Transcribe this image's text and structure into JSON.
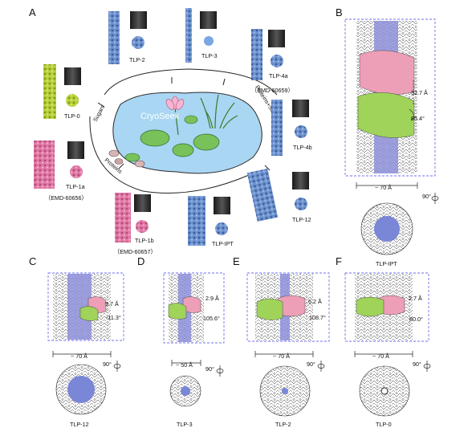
{
  "panels": {
    "A": {
      "letter": "A",
      "center": {
        "title": "CryoSeek",
        "ring_labels": {
          "sugars": "Sugars",
          "proteins_sugars": "Proteins+Sugars",
          "proteins": "Proteins"
        }
      },
      "items": [
        {
          "name": "TLP-0",
          "code": "",
          "color": "#b8d23a"
        },
        {
          "name": "TLP-1a",
          "code": "（EMD-60656）",
          "color": "#e27aa6"
        },
        {
          "name": "TLP-1b",
          "code": "（EMD-60657）",
          "color": "#e27aa6"
        },
        {
          "name": "TLP-2",
          "code": "",
          "color": "#6e93cf"
        },
        {
          "name": "TLP-3",
          "code": "",
          "color": "#7aa6e4"
        },
        {
          "name": "TLP-4a",
          "code": "（EMD-60659）",
          "color": "#6e93cf"
        },
        {
          "name": "TLP-4b",
          "code": "",
          "color": "#6e93cf"
        },
        {
          "name": "TLP-12",
          "code": "",
          "color": "#6e93cf"
        },
        {
          "name": "TLP-IPT",
          "code": "",
          "color": "#6e93cf"
        }
      ]
    },
    "B": {
      "letter": "B",
      "title": "TLP-IPT",
      "rise": "32.7 Å",
      "twist": "85.4°",
      "width": "~ 70 Å",
      "rotation": "90°"
    },
    "C": {
      "letter": "C",
      "title": "TLP-12",
      "rise": "9.7 Å",
      "twist": "-11.3°",
      "width": "~ 70 Å",
      "rotation": "90°"
    },
    "D": {
      "letter": "D",
      "title": "TLP-3",
      "rise": "2.9 Å",
      "twist": "105.6°",
      "width": "~ 50 Å",
      "rotation": "90°"
    },
    "E": {
      "letter": "E",
      "title": "TLP-2",
      "rise": "6.2 Å",
      "twist": "108.7°",
      "width": "~ 70 Å",
      "rotation": "90°"
    },
    "F": {
      "letter": "F",
      "title": "TLP-0",
      "rise": "2.7 Å",
      "twist": "80.0°",
      "width": "~ 70 Å",
      "rotation": "90°"
    }
  },
  "colors": {
    "blue": "#7a86d6",
    "pink": "#ec9fb6",
    "green": "#9fd35a",
    "water": "#a9d6f2",
    "lily": "#79c25a",
    "dash": "#6f6ff0"
  }
}
